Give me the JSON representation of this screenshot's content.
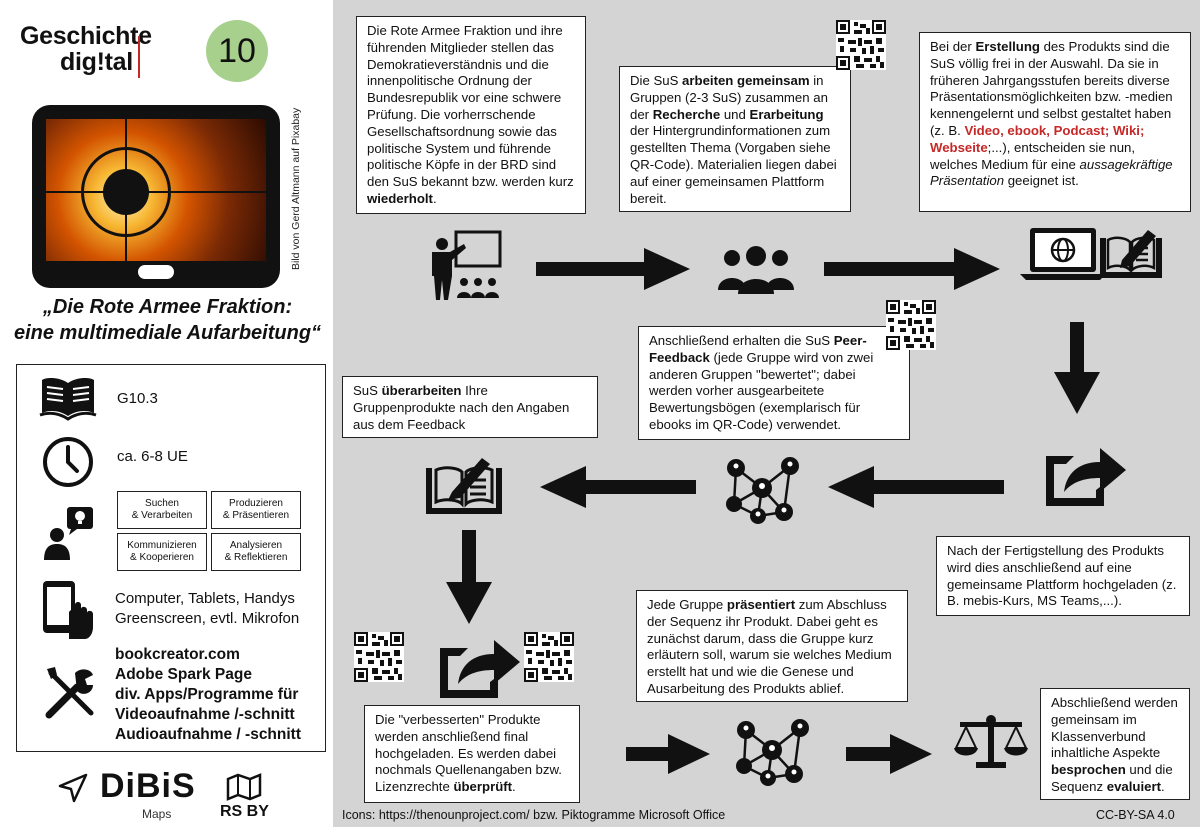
{
  "header": {
    "brand_line1": "Geschichte",
    "brand_line2": "dig!tal",
    "grade": "10",
    "image_credit": "Bild von Gerd Altmann auf Pixabay",
    "title_line1": "„Die Rote Armee Fraktion:",
    "title_line2": "eine multimediale Aufarbeitung“"
  },
  "info": {
    "lesson_code": "G10.3",
    "duration": "ca. 6-8 UE",
    "competencies": [
      {
        "line1": "Suchen",
        "line2": "& Verarbeiten"
      },
      {
        "line1": "Produzieren",
        "line2": "& Präsentieren"
      },
      {
        "line1": "Kommunizieren",
        "line2": "& Kooperieren"
      },
      {
        "line1": "Analysieren",
        "line2": "& Reflektieren"
      }
    ],
    "devices_line1": "Computer, Tablets, Handys",
    "devices_line2": "Greenscreen, evtl. Mikrofon",
    "tools": [
      "bookcreator.com",
      "Adobe Spark Page",
      "div. Apps/Programme für",
      "Videoaufnahme /-schnitt",
      "Audioaufnahme / -schnitt"
    ]
  },
  "logo": {
    "name": "DiBiS",
    "maps": "Maps",
    "region": "RS BY"
  },
  "steps": {
    "s1": {
      "t1": "Die Rote Armee Fraktion und ihre führenden Mitglieder stellen das Demokratieverständnis und die innenpolitische Ordnung der Bundesrepublik vor eine schwere Prüfung. Die vorherrschende Gesellschaftsordnung sowie das politische System und führende politische Köpfe in der BRD sind den SuS bekannt bzw. werden kurz ",
      "b1": "wiederholt",
      "t2": "."
    },
    "s2": {
      "t1": "Die SuS ",
      "b1": "arbeiten gemeinsam",
      "t2": " in Gruppen (2-3 SuS) zusammen an der ",
      "b2": "Recherche",
      "t3": " und ",
      "b3": "Erarbeitung",
      "t4": " der Hintergrundinformationen zum gestellten Thema (Vorgaben siehe QR-Code). Materialien liegen dabei auf einer gemeinsamen Plattform bereit."
    },
    "s3": {
      "t1": "Bei der ",
      "b1": "Erstellung",
      "t2": " des Produkts sind die SuS völlig frei in der Auswahl. Da sie in früheren Jahrgangsstufen bereits diverse Präsentationsmöglichkeiten bzw. -medien kennengelernt und selbst gestaltet haben (z. B. ",
      "r1": "Video, ebook, Podcast; Wiki; Webseite",
      "t3": ";...), entscheiden sie nun, welches Medium für eine ",
      "i1": "aussagekräftige Präsentation",
      "t4": " geeignet ist."
    },
    "s4": {
      "t1": "Nach der Fertigstellung des Produkts wird dies anschließend auf eine gemeinsame Plattform hochgeladen (z. B. mebis-Kurs, MS Teams,...)."
    },
    "s5": {
      "t1": "Anschließend erhalten die SuS ",
      "b1": "Peer-Feedback",
      "t2": " (jede Gruppe wird von zwei anderen Gruppen \"bewertet\"; dabei werden vorher ausgearbeitete Bewertungsbögen (exemplarisch für ebooks im QR-Code) verwendet."
    },
    "s6": {
      "t1": "SuS ",
      "b1": "überarbeiten",
      "t2": " Ihre Gruppenprodukte nach den Angaben aus dem Feedback"
    },
    "s7": {
      "t1": "Die \"verbesserten\" Produkte werden anschließend final hochgeladen. Es werden dabei nochmals Quellenangaben bzw. Lizenzrechte ",
      "b1": "überprüft",
      "t2": "."
    },
    "s8": {
      "t1": "Jede Gruppe ",
      "b1": "präsentiert",
      "t2": " zum Abschluss der Sequenz ihr Produkt. Dabei geht es zunächst darum, dass die Gruppe kurz erläutern soll, warum sie welches Medium erstellt hat und wie die Genese und Ausarbeitung des Produkts ablief."
    },
    "s9": {
      "t1": "Abschließend werden gemeinsam im Klassenverbund inhaltliche Aspekte ",
      "b1": "besprochen",
      "t2": " und die Sequenz ",
      "b2": "evaluiert",
      "t3": "."
    }
  },
  "footer": {
    "icons_credit": "Icons: https://thenounproject.com/ bzw. Piktogramme Microsoft Office",
    "license": "CC-BY-SA 4.0"
  },
  "icons": [
    "teacher-icon",
    "group-icon",
    "laptop-globe-icon",
    "edit-book-icon",
    "share-icon",
    "network-icon",
    "balance-scale-icon",
    "qr-code-icon",
    "book-icon",
    "clock-icon",
    "person-idea-icon",
    "tablet-touch-icon",
    "tools-icon",
    "send-icon",
    "map-icon"
  ],
  "colors": {
    "accent_red": "#c62828",
    "grade_green": "#a8d08d",
    "panel_gray": "#d4d4d4"
  }
}
